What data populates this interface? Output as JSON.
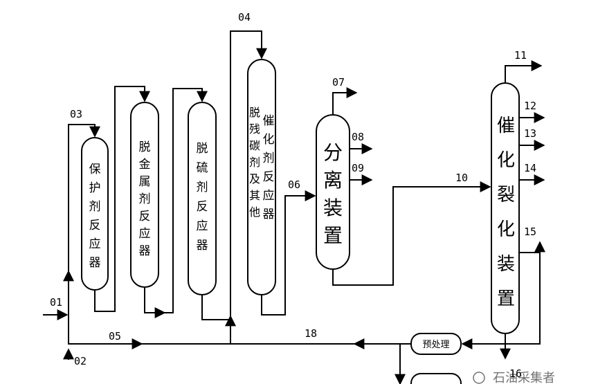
{
  "streams": {
    "s01": "01",
    "s02": "02",
    "s03": "03",
    "s04": "04",
    "s05": "05",
    "s06": "06",
    "s07": "07",
    "s08": "08",
    "s09": "09",
    "s10": "10",
    "s11": "11",
    "s12": "12",
    "s13": "13",
    "s14": "14",
    "s15": "15",
    "s16": "16",
    "s18": "18"
  },
  "units": {
    "guard": [
      "保",
      "护",
      "剂",
      "反",
      "应",
      "器"
    ],
    "demetal": [
      "脱",
      "金",
      "属",
      "剂",
      "反",
      "应",
      "器"
    ],
    "desulfur": [
      "脱",
      "硫",
      "剂",
      "反",
      "应",
      "器"
    ],
    "catalyst_col1": [
      "催",
      "化",
      "剂",
      "反",
      "应",
      "器"
    ],
    "catalyst_col2": [
      "脱",
      "残",
      "碳",
      "剂",
      "及",
      "其",
      "他"
    ],
    "separator": [
      "分",
      "离",
      "装",
      "置"
    ],
    "cracker": [
      "催",
      "化",
      "裂",
      "化",
      "装",
      "置"
    ],
    "pretreat": "预处理"
  },
  "watermark": "石油采集者"
}
